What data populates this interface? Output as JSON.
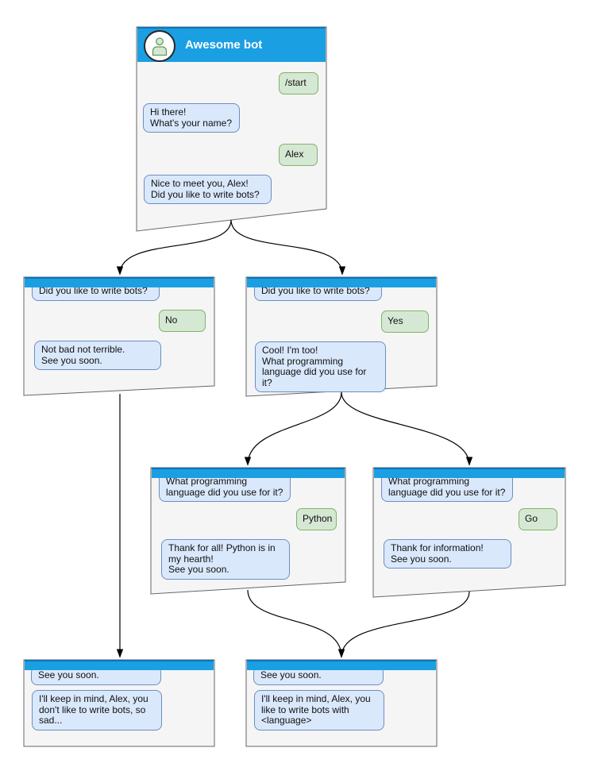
{
  "diagram": {
    "title": "Awesome bot",
    "colors": {
      "header_blue": "#1b9fe3",
      "header_blue_dark": "#0e73b9",
      "window_bg": "#f5f5f5",
      "window_border": "#666666",
      "bot_bubble_bg": "#dae8fc",
      "bot_bubble_border": "#6c8ebf",
      "user_bubble_bg": "#d5e8d4",
      "user_bubble_border": "#82b366",
      "arrow": "#000000"
    },
    "main_window": {
      "header_title": "Awesome bot",
      "avatar_icon": "bot-avatar-icon",
      "user_start": "/start",
      "bot_ask_name": "Hi there!\nWhat's your name?",
      "user_name": "Alex",
      "bot_ask_bots": "Nice to meet you, Alex!\nDid you like to write bots?"
    },
    "branch_no": {
      "question": "Did you like to write bots?",
      "answer": "No",
      "reply": "Not bad not terrible.\nSee you soon."
    },
    "branch_yes": {
      "question": "Did you like to write bots?",
      "answer": "Yes",
      "reply": "Cool! I'm too!\nWhat programming\nlanguage did you use for it?"
    },
    "branch_python": {
      "question": "What programming\nlanguage did you use for it?",
      "answer": "Python",
      "reply": "Thank for all! Python is in\nmy hearth!\nSee you soon."
    },
    "branch_go": {
      "question": "What programming\nlanguage did you use for it?",
      "answer": "Go",
      "reply": "Thank for information!\nSee you soon."
    },
    "end_no": {
      "question": "See you soon.",
      "reply": "I'll keep in mind, Alex, you\ndon't like to write bots, so\nsad..."
    },
    "end_yes": {
      "question": "See you soon.",
      "reply": "I'll keep in mind, Alex, you\nlike to write bots with\n<language>"
    }
  }
}
